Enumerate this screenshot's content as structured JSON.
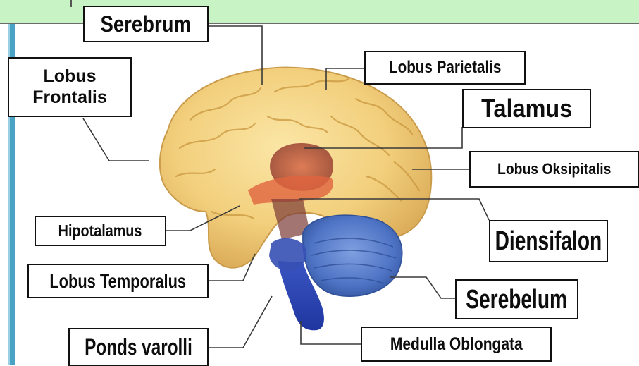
{
  "labels": {
    "serebrum": "Serebrum",
    "lobus_frontalis_line1": "Lobus",
    "lobus_frontalis_line2": "Frontalis",
    "lobus_parietalis": "Lobus Parietalis",
    "talamus": "Talamus",
    "lobus_oksipitalis": "Lobus Oksipitalis",
    "hipotalamus": "Hipotalamus",
    "diensifalon": "Diensifalon",
    "lobus_temporalus": "Lobus Temporalus",
    "serebelum": "Serebelum",
    "ponds_varolli": "Ponds varolli",
    "medulla_oblongata": "Medulla Oblongata"
  },
  "colors": {
    "topbar": "#c8f3c4",
    "cerebrum": "#f2cf7c",
    "cerebrum_shadow": "#d6a955",
    "cerebellum": "#5b7fc9",
    "brainstem": "#2f49b8",
    "thalamus": "#a84a3a",
    "hypothalamus": "#d9593d"
  }
}
